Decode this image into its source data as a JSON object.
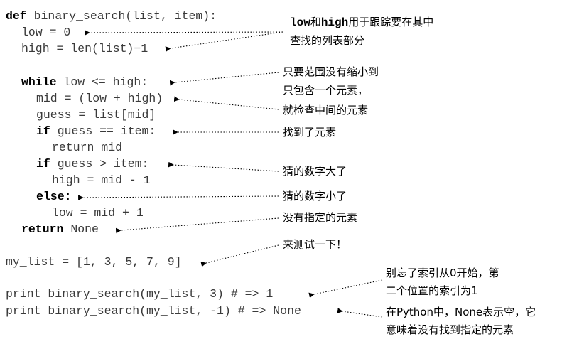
{
  "code": {
    "l1_kw": "def",
    "l1_rest": " binary_search(list, item):",
    "l2": "low = 0",
    "l3": "high = len(list)−1",
    "l4_kw": "while",
    "l4_rest": " low <= high:",
    "l5": "mid = (low + high)",
    "l6": "guess = list[mid]",
    "l7_kw": "if",
    "l7_rest": " guess == item:",
    "l8": "return mid",
    "l9_kw": "if",
    "l9_rest": " guess > item:",
    "l10": "high = mid - 1",
    "l11_kw": "else:",
    "l12": "low = mid + 1",
    "l13_kw": "return",
    "l13_rest": " None",
    "l14": "my_list = [1, 3, 5, 7, 9]",
    "l15": "print binary_search(my_list, 3) # => 1",
    "l16": "print binary_search(my_list, -1) # => None"
  },
  "notes": {
    "n1_code1": "low",
    "n1_mid": "和",
    "n1_code2": "high",
    "n1_end": "用于跟踪要在其中",
    "n1_line2": "查找的列表部分",
    "n2_line1": "只要范围没有缩小到",
    "n2_line2": "只包含一个元素，",
    "n2_line3": "就检查中间的元素",
    "n3": "找到了元素",
    "n4": "猜的数字大了",
    "n5": "猜的数字小了",
    "n6": "没有指定的元素",
    "n7": "来测试一下！",
    "n8_line1": "别忘了索引从0开始，第",
    "n8_line2": "二个位置的索引为1",
    "n9_line1": "在Python中，None表示空，它",
    "n9_line2": "意味着没有找到指定的元素"
  }
}
